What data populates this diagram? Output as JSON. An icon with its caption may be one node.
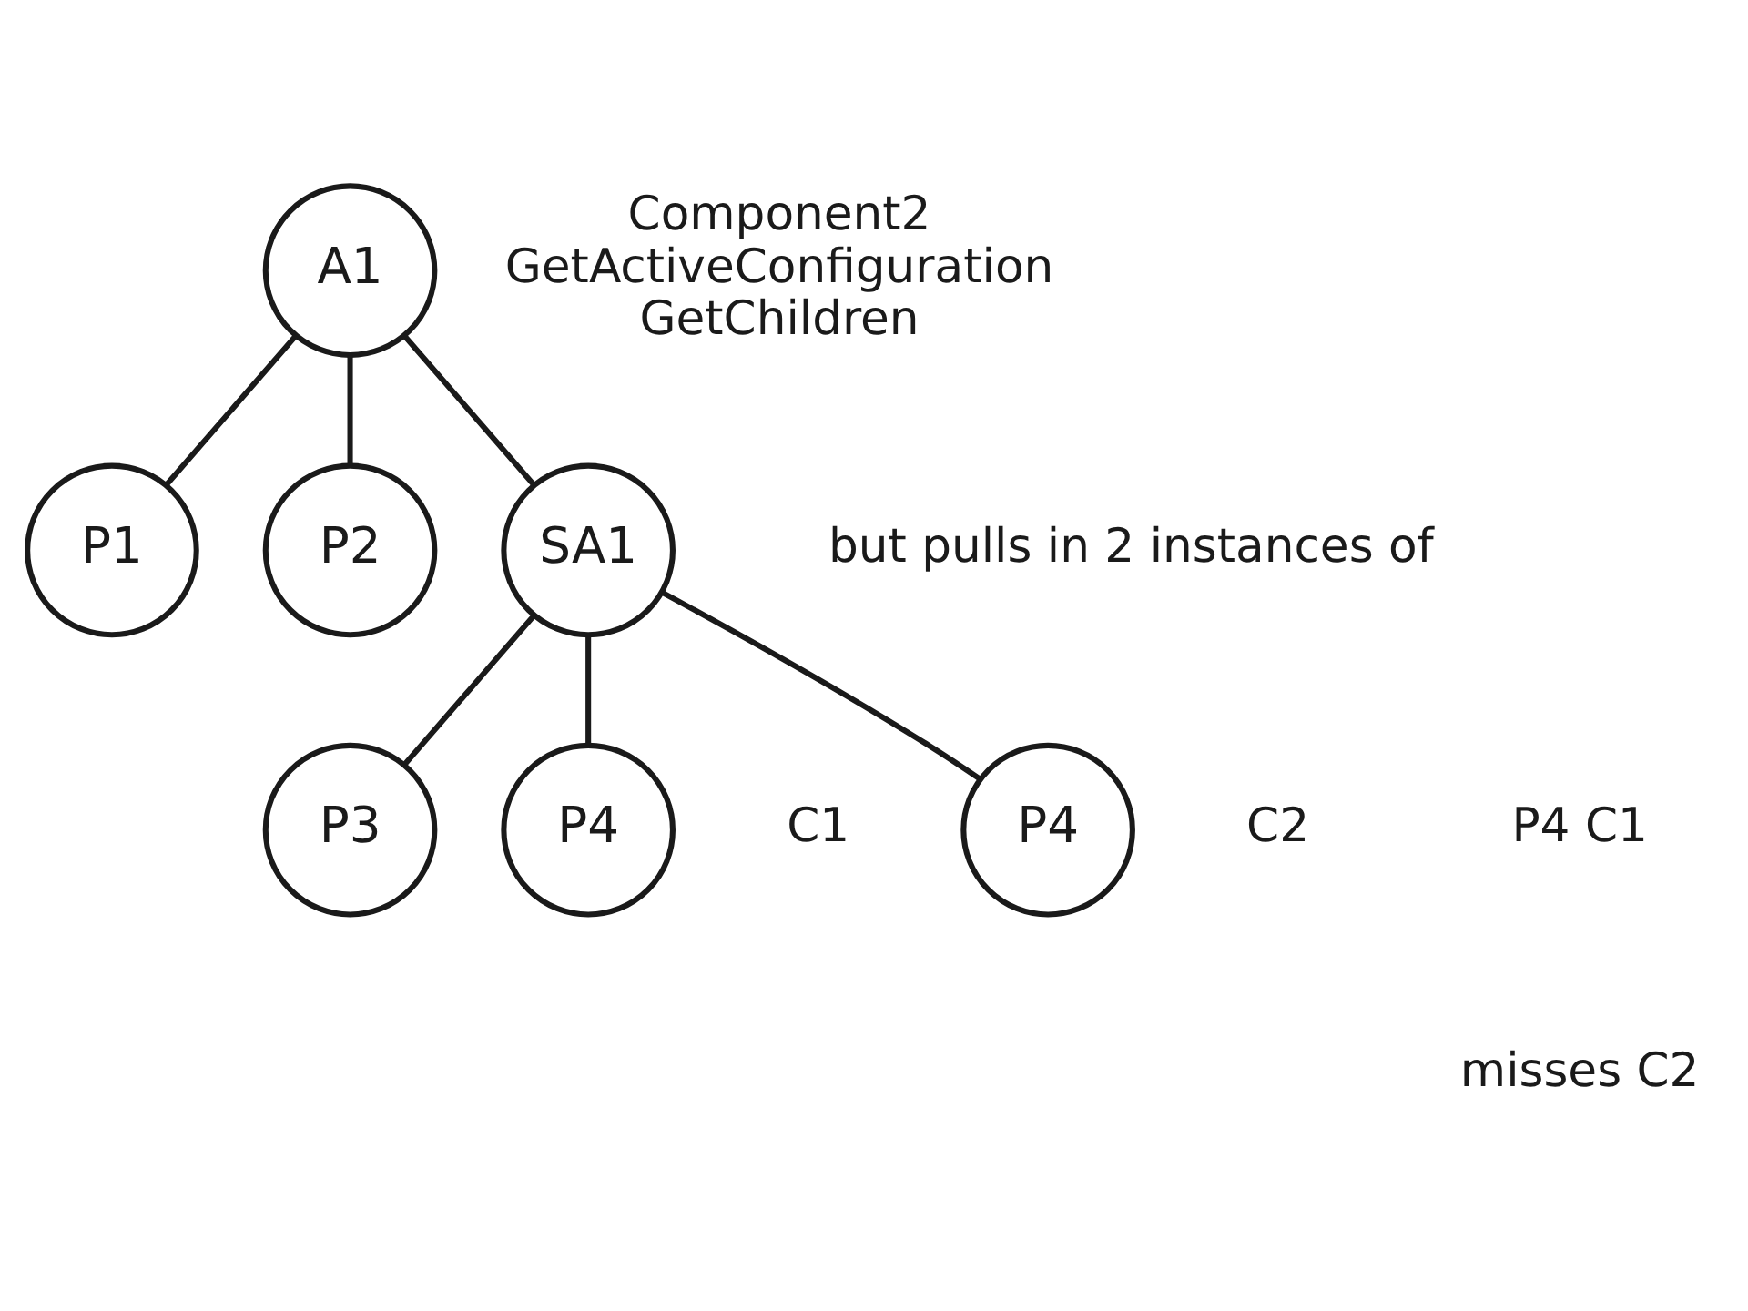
{
  "diagram": {
    "nodes": [
      {
        "text": [
          "A1"
        ],
        "beside": [
          "Component2 GetActiveConfiguration GetChildren"
        ]
      },
      {
        "text": [
          "P1"
        ]
      },
      {
        "text": [
          "P2"
        ]
      },
      {
        "text": [
          "SA1"
        ]
      },
      {
        "text": [
          "P3"
        ]
      },
      {
        "text": [
          "P4"
        ],
        "beside": [
          "C1"
        ]
      },
      {
        "text": [
          "P4"
        ],
        "beside": [
          "C2"
        ]
      }
    ],
    "edges": [
      {
        "from": 0,
        "to": 1,
        "arrow": "none"
      },
      {
        "from": 0,
        "to": 2,
        "arrow": "none"
      },
      {
        "from": 0,
        "to": 3,
        "arrow": "none"
      },
      {
        "from": 3,
        "to": 4,
        "arrow": "none"
      },
      {
        "from": 3,
        "to": 5,
        "arrow": "none"
      },
      {
        "from": 3,
        "to": 6,
        "arrow": "none"
      }
    ],
    "labels": [
      "but pulls in 2 instances of",
      "P4 C1",
      "misses C2"
    ]
  }
}
